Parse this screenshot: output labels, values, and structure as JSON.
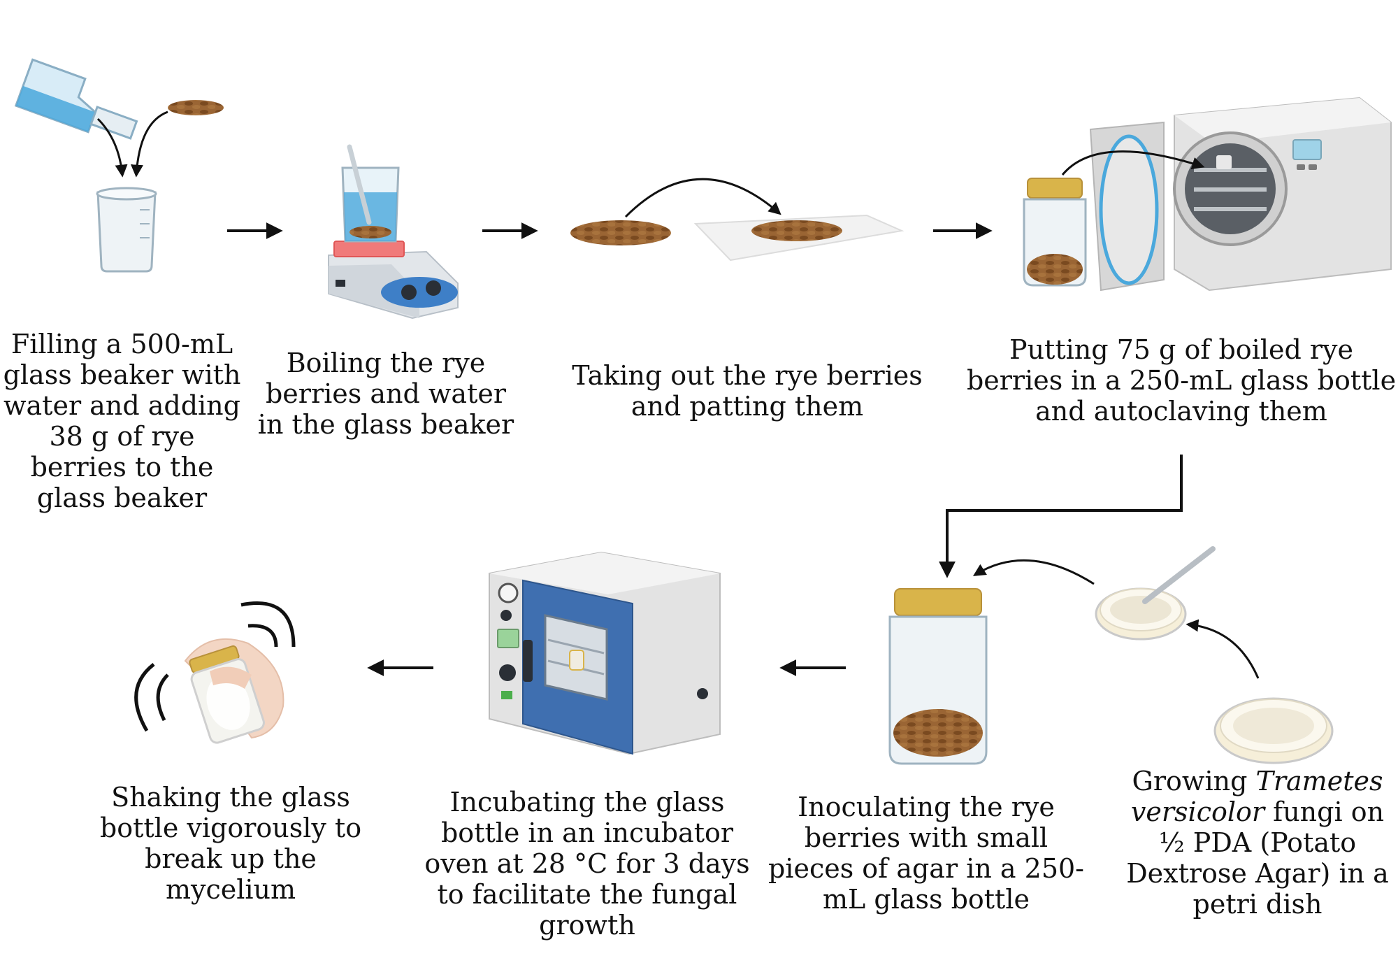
{
  "steps": {
    "step1": {
      "caption": "Filling a 500-mL glass beaker with water and adding 38 g of rye berries to the glass beaker"
    },
    "step2": {
      "caption": "Boiling the rye berries and water in the glass beaker"
    },
    "step3": {
      "caption": "Taking out the rye berries and patting them"
    },
    "step4": {
      "caption": "Putting 75 g of boiled rye berries in a 250-mL glass bottle and autoclaving them"
    },
    "step5": {
      "caption_before": "Growing ",
      "caption_italic": "Trametes versicolor",
      "caption_after": " fungi on ½ PDA (Potato Dextrose Agar) in a petri dish"
    },
    "step6": {
      "caption": "Inoculating the rye berries with small pieces of agar in a 250-mL glass bottle"
    },
    "step7": {
      "caption": "Incubating the glass bottle in an incubator oven at 28 °C for 3 days to facilitate the fungal growth"
    },
    "step8": {
      "caption": "Shaking the glass bottle vigorously to break up the mycelium"
    }
  },
  "colors": {
    "water": "#4aa8dc",
    "berries": "#8b5a2b",
    "lid": "#d9b44a",
    "incubator_door": "#3f6fb0",
    "appliance": "#e3e3e3",
    "arrow": "#111111"
  }
}
